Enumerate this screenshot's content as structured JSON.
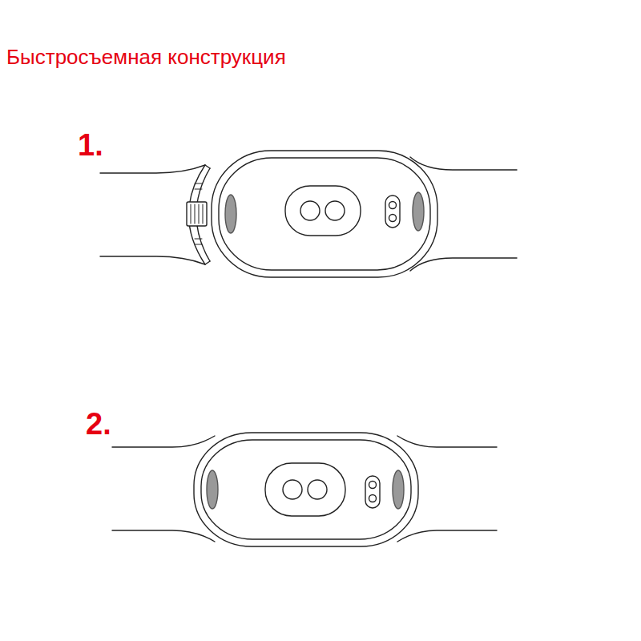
{
  "diagram": {
    "title": "Быстросъемная конструкция",
    "labels": [
      "1.",
      "2."
    ]
  }
}
